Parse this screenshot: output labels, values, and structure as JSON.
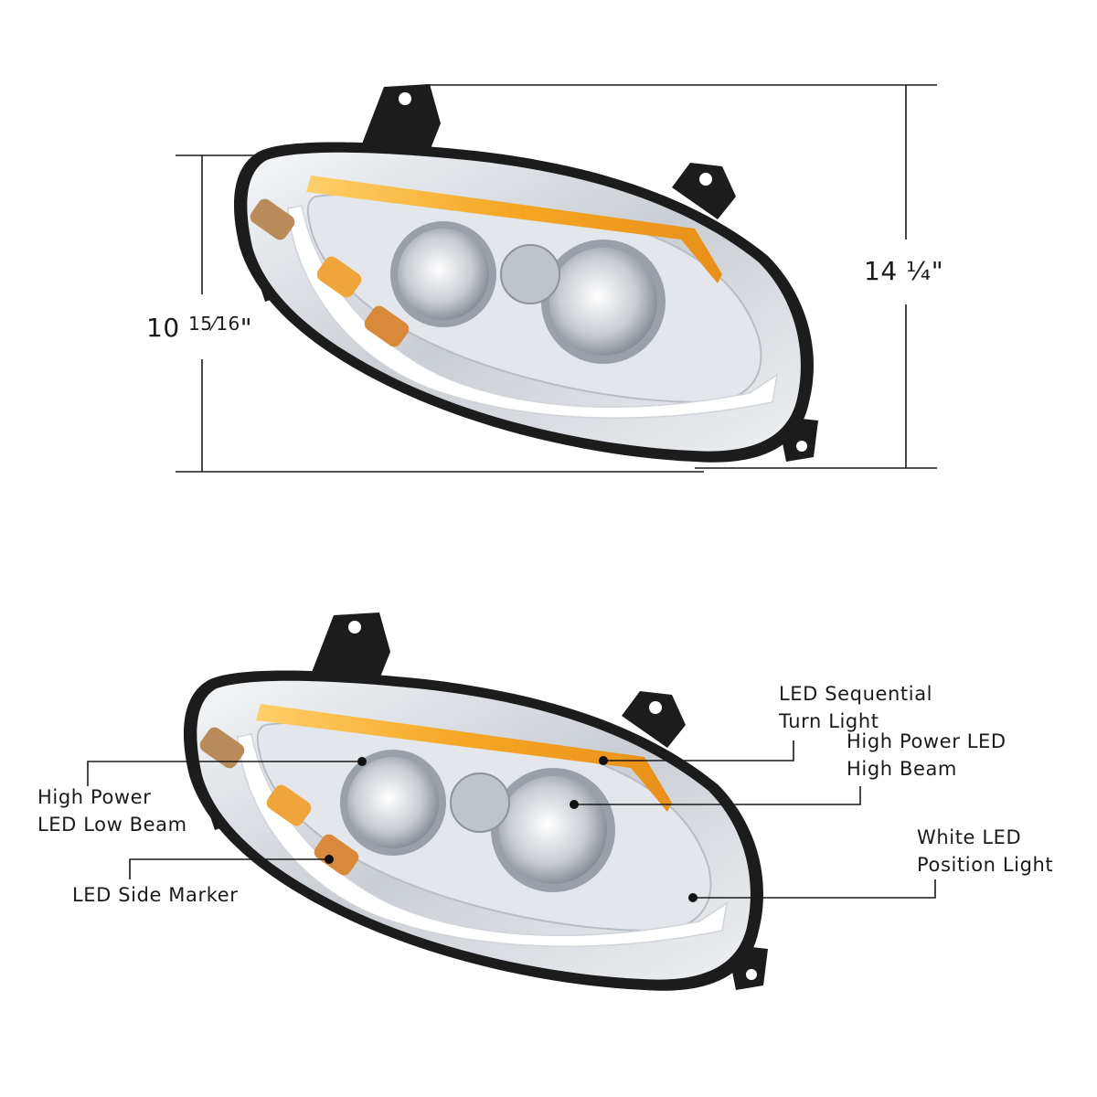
{
  "diagram": {
    "subject": "LED headlight assembly",
    "colors": {
      "line": "#1a1a1a",
      "amber": "#f5a623",
      "amber_marker": "#d98a2b",
      "chrome": "#d9dde2",
      "housing": "#1c1c1c"
    }
  },
  "dimensions": {
    "width": {
      "whole": "14",
      "fraction": "¼",
      "unit": "\"",
      "text": "14 ¼\""
    },
    "height": {
      "whole": "10",
      "fraction": "15⁄16",
      "unit": "\"",
      "text": "10 15⁄16\""
    }
  },
  "callouts": [
    {
      "id": "turn-light",
      "lines": [
        "LED Sequential",
        "Turn Light"
      ]
    },
    {
      "id": "high-beam",
      "lines": [
        "High Power LED",
        "High Beam"
      ]
    },
    {
      "id": "low-beam",
      "lines": [
        "High Power",
        "LED Low Beam"
      ]
    },
    {
      "id": "side-marker",
      "lines": [
        "LED Side Marker"
      ]
    },
    {
      "id": "position-light",
      "lines": [
        "White LED",
        "Position Light"
      ]
    }
  ]
}
